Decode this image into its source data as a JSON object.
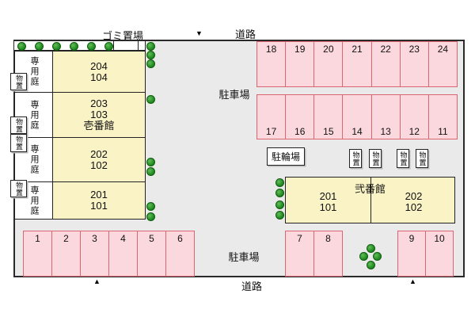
{
  "colors": {
    "site_background": "#EAEAEA",
    "building_fill": "#FAF3C6",
    "parking_fill": "#FBD8DE",
    "parking_border": "#DB6672",
    "tree_green": "#1F8A1F",
    "outline": "#222222"
  },
  "roads": {
    "top": "道路",
    "bottom": "道路"
  },
  "markers": {
    "down": "▼",
    "up": "▲"
  },
  "garbage": {
    "label": "ゴミ置場"
  },
  "bicycle": {
    "label": "駐輪場"
  },
  "storage": {
    "label": "物置"
  },
  "parking": {
    "label_top": "駐車場",
    "label_bottom": "駐車場",
    "row_a": [
      "18",
      "19",
      "20",
      "21",
      "22",
      "23",
      "24"
    ],
    "row_b": [
      "17",
      "16",
      "15",
      "14",
      "13",
      "12",
      "11"
    ],
    "row_c": [
      "1",
      "2",
      "3",
      "4",
      "5",
      "6"
    ],
    "row_d": [
      "7",
      "8"
    ],
    "row_e": [
      "9",
      "10"
    ]
  },
  "building1": {
    "name": "壱番館",
    "garden_label": "専用庭",
    "rows": [
      {
        "l1": "204",
        "l2": "104"
      },
      {
        "l1": "203",
        "l2": "103",
        "l3": "壱番館"
      },
      {
        "l1": "202",
        "l2": "102"
      },
      {
        "l1": "201",
        "l2": "101"
      }
    ]
  },
  "building2": {
    "name": "弐番館",
    "left": {
      "l1": "201",
      "l2": "101"
    },
    "right": {
      "l1": "202",
      "l2": "102"
    }
  }
}
